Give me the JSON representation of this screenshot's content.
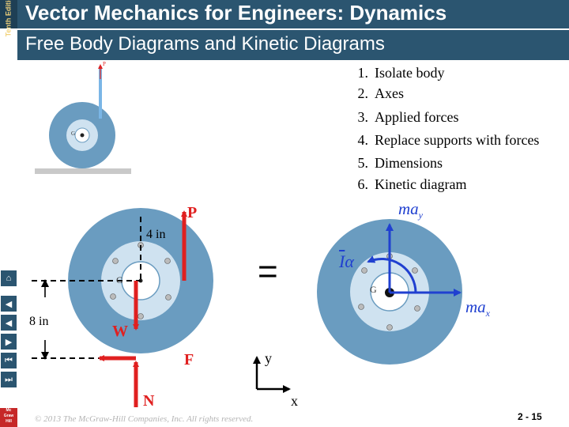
{
  "header": {
    "edition": "Tenth Edition",
    "title": "Vector Mechanics for Engineers: Dynamics",
    "subtitle": "Free Body Diagrams and Kinetic Diagrams"
  },
  "steps": [
    {
      "num": "1.",
      "text": "Isolate body"
    },
    {
      "num": "2.",
      "text": "Axes"
    },
    {
      "num": "3.",
      "text": "Applied forces"
    },
    {
      "num": "4.",
      "text": "Replace supports with forces"
    },
    {
      "num": "5.",
      "text": "Dimensions"
    },
    {
      "num": "6.",
      "text": "Kinetic diagram"
    }
  ],
  "fbd": {
    "force_p": "P",
    "dim_4in": "4 in",
    "dim_8in": "8 in",
    "weight": "W",
    "friction": "F",
    "normal": "N",
    "center": "G"
  },
  "equals": "=",
  "kinetic": {
    "ma_y": "ma",
    "ma_y_sub": "y",
    "ma_x": "ma",
    "ma_x_sub": "x",
    "ialpha_i": "I",
    "ialpha_alpha": "α",
    "center": "G"
  },
  "axes": {
    "y": "y",
    "x": "x"
  },
  "thumbnail": {
    "force": "P",
    "center": "G"
  },
  "footer": {
    "copyright": "© 2013 The McGraw-Hill Companies, Inc. All rights reserved.",
    "page": "2 - 15",
    "publisher_logo": "Mc Graw Hill"
  },
  "colors": {
    "header": "#2b5570",
    "disk_outer": "#6a9cc0",
    "disk_inner": "#cfe2f0",
    "force_arrow": "#e02020",
    "kinetic_arrow": "#2040d0"
  },
  "icons": [
    "home-icon",
    "back-icon",
    "previous-icon",
    "next-icon",
    "first-icon",
    "last-icon"
  ]
}
